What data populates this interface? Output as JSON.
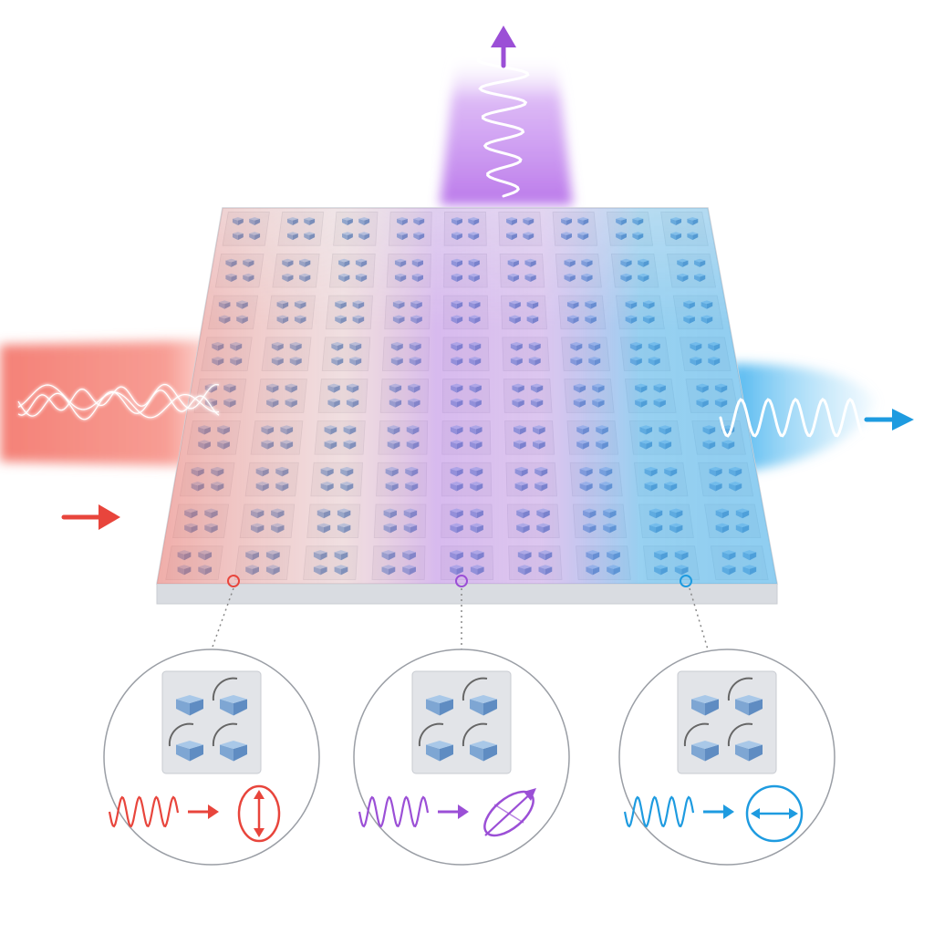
{
  "diagram": {
    "colors": {
      "red": "#e8453c",
      "purple": "#9b4fd6",
      "blue": "#1e9be0",
      "cube_top": "#a9c8e8",
      "cube_left": "#7ea6d3",
      "cube_right": "#5f8cc2",
      "tile": "#e4e6ea",
      "slab_top": "#eef0f3",
      "slab_edge": "#d9dce1"
    },
    "grid": {
      "rows": 9,
      "cols": 9
    },
    "beams": [
      {
        "name": "input-beam",
        "color": "red",
        "direction": "left-to-right"
      },
      {
        "name": "output-beam-up",
        "color": "purple",
        "direction": "upward"
      },
      {
        "name": "output-beam-right",
        "color": "blue",
        "direction": "rightward"
      }
    ],
    "insets": [
      {
        "name": "inset-red",
        "color": "red",
        "polarization": "vertical-linear"
      },
      {
        "name": "inset-purple",
        "color": "purple",
        "polarization": "elliptical"
      },
      {
        "name": "inset-blue",
        "color": "blue",
        "polarization": "horizontal-linear"
      }
    ]
  }
}
